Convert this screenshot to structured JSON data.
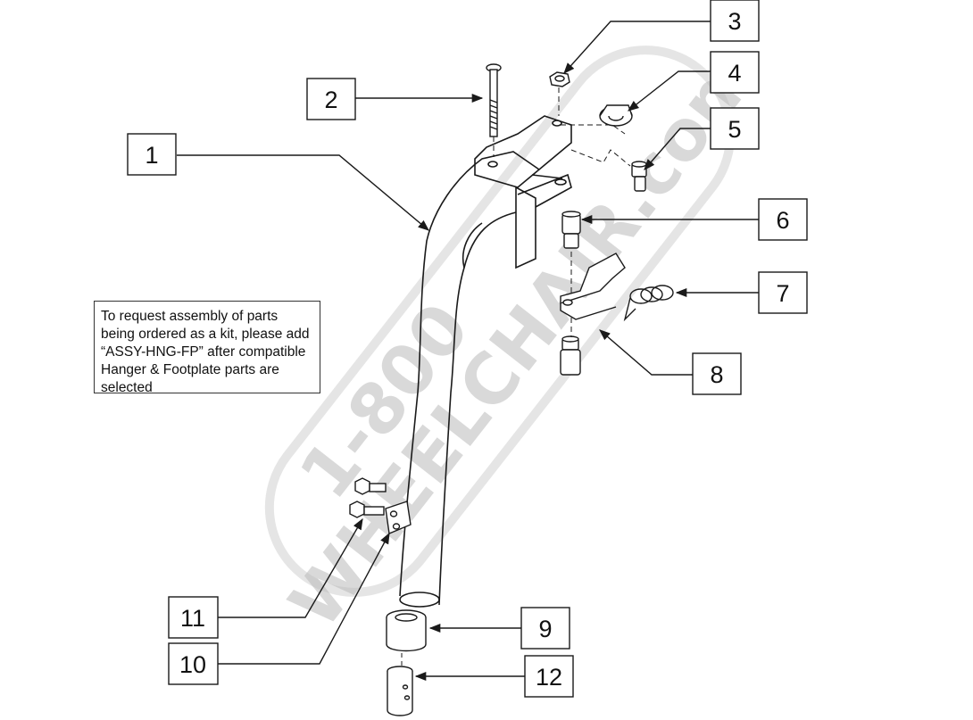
{
  "watermark": {
    "line1": "1-800",
    "line2": "WHEELCHAIR.com"
  },
  "note": {
    "lines": [
      "To request assembly of parts",
      "being ordered as a kit, please add",
      "“ASSY-HNG-FP” after compatible",
      "Hanger & Footplate parts are",
      "selected"
    ]
  },
  "callouts": {
    "c1": "1",
    "c2": "2",
    "c3": "3",
    "c4": "4",
    "c5": "5",
    "c6": "6",
    "c7": "7",
    "c8": "8",
    "c9": "9",
    "c10": "10",
    "c11": "11",
    "c12": "12"
  },
  "colors": {
    "line": "#1a1a1a",
    "watermark": "#bbbbbb"
  }
}
